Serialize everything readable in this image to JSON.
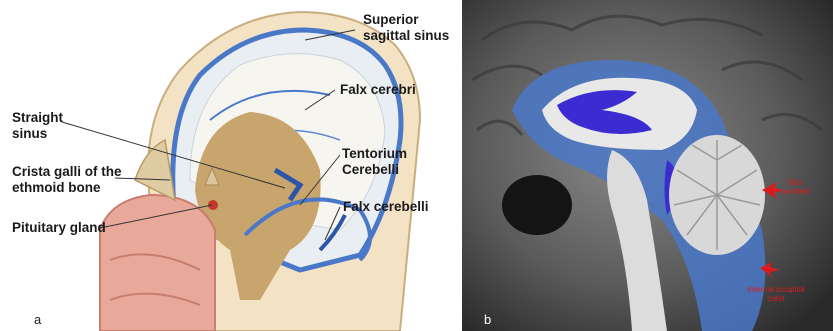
{
  "panel_a": {
    "letter": "a",
    "labels": {
      "superior_sagittal_sinus": "Superior\nsagittal sinus",
      "falx_cerebri": "Falx cerebri",
      "straight_sinus": "Straight\nsinus",
      "crista_galli": "Crista galli of the\nethmoid bone",
      "pituitary_gland": "Pituitary gland",
      "tentorium_cerebelli": "Tentorium\nCerebelli",
      "falx_cerebelli": "Falx cerebelli"
    }
  },
  "panel_b": {
    "letter": "b",
    "labels": {
      "falx_cerebelli": "Falx\ncerebelli",
      "internal_occipital_crest": "Internal occipital\ncrest"
    }
  },
  "colors": {
    "dura_blue": "#4a78c8",
    "ventricle_purple": "#3c2bd0",
    "arrow_red": "#d81c1c"
  }
}
